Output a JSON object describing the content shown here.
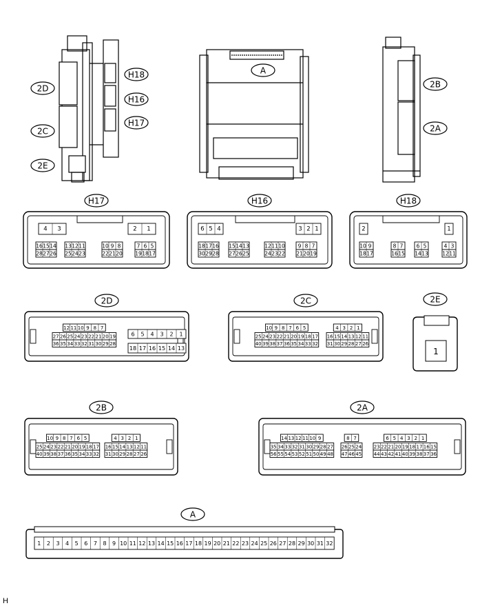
{
  "unit_labels": {
    "left": [
      "2D",
      "2C",
      "2E"
    ],
    "left_relay": [
      "H18",
      "H16",
      "H17"
    ],
    "center": "A",
    "right": [
      "2B",
      "2A"
    ]
  },
  "connectors": {
    "H17": {
      "title": "H17",
      "top_left": [
        "4",
        "3"
      ],
      "top_right": [
        "2",
        "1"
      ],
      "row1": [
        [
          "16",
          "15",
          "14"
        ],
        [
          "13",
          "12",
          "11"
        ],
        [
          "10",
          "9",
          "8"
        ],
        [
          "7",
          "6",
          "5"
        ]
      ],
      "row2": [
        [
          "28",
          "27",
          "26"
        ],
        [
          "25",
          "24",
          "23"
        ],
        [
          "22",
          "21",
          "20"
        ],
        [
          "19",
          "18",
          "17"
        ]
      ]
    },
    "H16": {
      "title": "H16",
      "top_left": [
        "6",
        "5",
        "4"
      ],
      "top_right": [
        "3",
        "2",
        "1"
      ],
      "row1": [
        [
          "18",
          "17",
          "16"
        ],
        [
          "15",
          "14",
          "13"
        ],
        [
          "12",
          "11",
          "10"
        ],
        [
          "9",
          "8",
          "7"
        ]
      ],
      "row2": [
        [
          "30",
          "29",
          "28"
        ],
        [
          "27",
          "26",
          "25"
        ],
        [
          "24",
          "23",
          "22"
        ],
        [
          "21",
          "20",
          "19"
        ]
      ]
    },
    "H18": {
      "title": "H18",
      "top_left": [
        "2"
      ],
      "top_right": [
        "1"
      ],
      "row1": [
        [
          "10",
          "9"
        ],
        [
          "8",
          "7"
        ],
        [
          "6",
          "5"
        ],
        [
          "4",
          "3"
        ]
      ],
      "row2": [
        [
          "18",
          "17"
        ],
        [
          "16",
          "15"
        ],
        [
          "14",
          "13"
        ],
        [
          "12",
          "11"
        ]
      ]
    },
    "2D": {
      "title": "2D",
      "left_row1": [
        "12",
        "11",
        "10",
        "9",
        "8",
        "7"
      ],
      "left_row2": [
        "27",
        "26",
        "25",
        "24",
        "23",
        "22",
        "21",
        "20",
        "19"
      ],
      "left_row3": [
        "36",
        "35",
        "34",
        "33",
        "32",
        "31",
        "30",
        "29",
        "28"
      ],
      "right_row1": [
        "6",
        "5",
        "4",
        "3",
        "2",
        "1"
      ],
      "right_row2": [
        "18",
        "17",
        "16",
        "15",
        "14",
        "13"
      ]
    },
    "2C": {
      "title": "2C",
      "left_row1": [
        "10",
        "9",
        "8",
        "7",
        "6",
        "5"
      ],
      "left_row2": [
        "25",
        "24",
        "23",
        "22",
        "21",
        "20",
        "19",
        "18",
        "17"
      ],
      "left_row3": [
        "40",
        "39",
        "38",
        "37",
        "36",
        "35",
        "34",
        "33",
        "32"
      ],
      "right_row1": [
        "4",
        "3",
        "2",
        "1"
      ],
      "right_row2": [
        "16",
        "15",
        "14",
        "13",
        "12",
        "11"
      ],
      "right_row3": [
        "31",
        "30",
        "29",
        "28",
        "27",
        "26"
      ]
    },
    "2E": {
      "title": "2E",
      "pins": [
        "1"
      ]
    },
    "2B": {
      "title": "2B",
      "left_row1": [
        "10",
        "9",
        "8",
        "7",
        "6",
        "5"
      ],
      "left_row2": [
        "25",
        "24",
        "23",
        "22",
        "21",
        "20",
        "19",
        "18",
        "17"
      ],
      "left_row3": [
        "40",
        "39",
        "38",
        "37",
        "36",
        "35",
        "34",
        "33",
        "32"
      ],
      "right_row1": [
        "4",
        "3",
        "2",
        "1"
      ],
      "right_row2": [
        "16",
        "15",
        "14",
        "13",
        "12",
        "11"
      ],
      "right_row3": [
        "31",
        "30",
        "29",
        "28",
        "27",
        "26"
      ]
    },
    "2A": {
      "title": "2A",
      "g1_row1": [
        "14",
        "13",
        "12",
        "11",
        "10",
        "9"
      ],
      "g1_row2": [
        "35",
        "34",
        "33",
        "32",
        "31",
        "30",
        "29",
        "28",
        "27"
      ],
      "g1_row3": [
        "56",
        "55",
        "54",
        "53",
        "52",
        "51",
        "50",
        "49",
        "48"
      ],
      "g2_row1": [
        "8",
        "7"
      ],
      "g2_row2": [
        "26",
        "25",
        "24"
      ],
      "g2_row3": [
        "47",
        "46",
        "45"
      ],
      "g3_row1": [
        "6",
        "5",
        "4",
        "3",
        "2",
        "1"
      ],
      "g3_row2": [
        "23",
        "22",
        "21",
        "20",
        "19",
        "18",
        "17",
        "16",
        "15"
      ],
      "g3_row3": [
        "44",
        "43",
        "42",
        "41",
        "40",
        "39",
        "38",
        "37",
        "36"
      ]
    },
    "A": {
      "title": "A",
      "pins": [
        "1",
        "2",
        "3",
        "4",
        "5",
        "6",
        "7",
        "8",
        "9",
        "10",
        "11",
        "12",
        "13",
        "14",
        "15",
        "16",
        "17",
        "18",
        "19",
        "20",
        "21",
        "22",
        "23",
        "24",
        "25",
        "26",
        "27",
        "28",
        "29",
        "30",
        "31",
        "32"
      ]
    }
  },
  "footer": "H"
}
